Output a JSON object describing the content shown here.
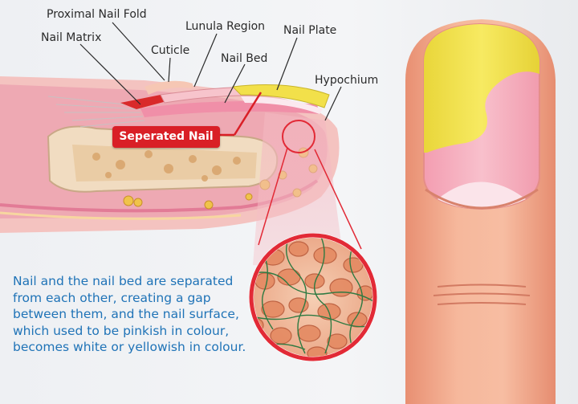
{
  "labels": {
    "proximal_nail_fold": "Proximal Nail Fold",
    "lunula_region": "Lunula Region",
    "nail_matrix": "Nail Matrix",
    "cuticle": "Cuticle",
    "nail_plate": "Nail Plate",
    "nail_bed": "Nail Bed",
    "hypochium": "Hypochium"
  },
  "callout": {
    "separated_nail": "Seperated Nail"
  },
  "description": "Nail and the nail bed are separated from each other, creating a gap between them, and the nail surface, which used to be pinkish in colour, becomes white or yellowish in colour.",
  "colors": {
    "callout_red": "#d91f26",
    "description_blue": "#1f73b7",
    "nail_yellow": "#f2e04a",
    "skin": "#f0a98a"
  }
}
